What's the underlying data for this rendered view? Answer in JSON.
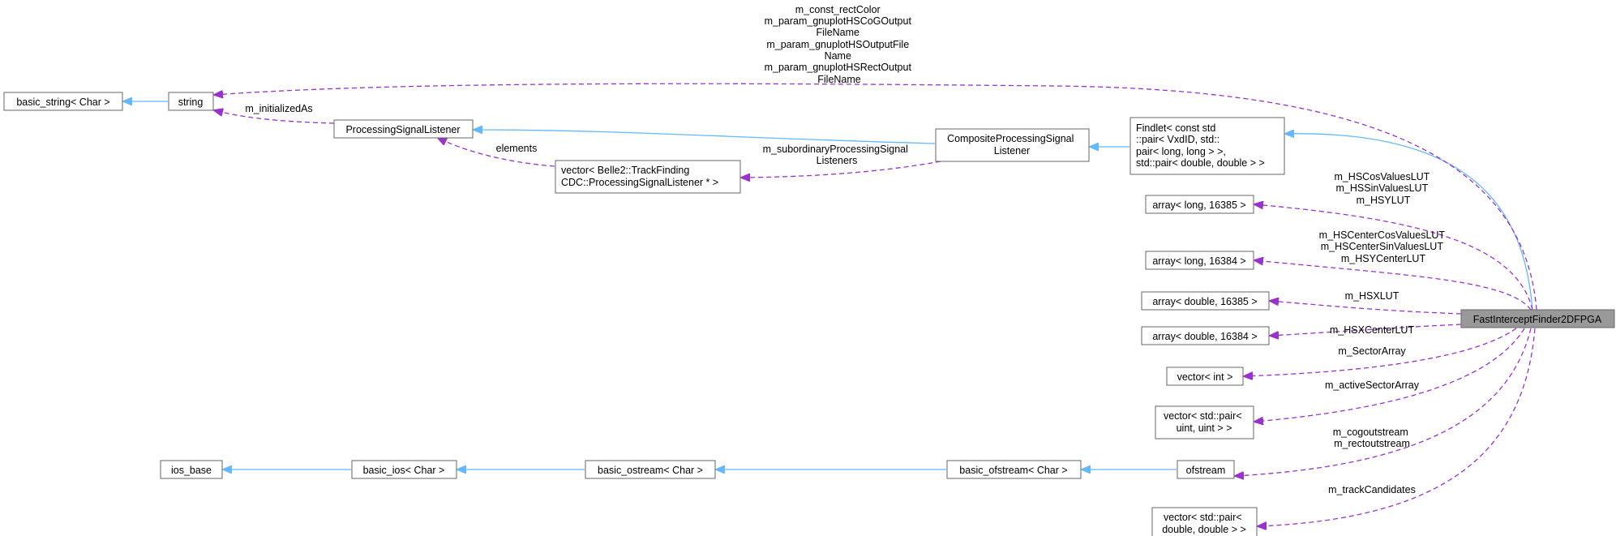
{
  "nodes": {
    "fast_intercept_finder": [
      "FastInterceptFinder2DFPGA"
    ],
    "basic_string": [
      "basic_string< Char >"
    ],
    "string": [
      "string"
    ],
    "processing_signal_listener": [
      "ProcessingSignalListener"
    ],
    "composite_processing_signal_listener": [
      "CompositeProcessingSignal",
      "Listener"
    ],
    "findlet": [
      "Findlet< const std",
      "::pair< VxdID, std::",
      "pair< long, long > >,",
      " std::pair< double, double > >"
    ],
    "vector_listener_ptr": [
      "vector< Belle2::TrackFinding",
      "CDC::ProcessingSignalListener * >"
    ],
    "array_long_16385": [
      "array< long, 16385 >"
    ],
    "array_long_16384": [
      "array< long, 16384 >"
    ],
    "array_double_16385": [
      "array< double, 16385 >"
    ],
    "array_double_16384": [
      "array< double, 16384 >"
    ],
    "vector_int": [
      "vector< int >"
    ],
    "vector_pair_uint": [
      "vector< std::pair<",
      "uint, uint > >"
    ],
    "ofstream": [
      "ofstream"
    ],
    "vector_pair_double": [
      "vector< std::pair<",
      "double, double > >"
    ],
    "ios_base": [
      "ios_base"
    ],
    "basic_ios": [
      "basic_ios< Char >"
    ],
    "basic_ostream": [
      "basic_ostream< Char >"
    ],
    "basic_ofstream": [
      "basic_ofstream< Char >"
    ]
  },
  "edge_labels": {
    "string_members": [
      "m_const_rectColor",
      "m_param_gnuplotHSCoGOutput",
      "FileName",
      "m_param_gnuplotHSOutputFile",
      "Name",
      "m_param_gnuplotHSRectOutput",
      "FileName"
    ],
    "initialized_as": [
      "m_initializedAs"
    ],
    "elements": [
      "elements"
    ],
    "subordinary_listeners": [
      "m_subordinaryProcessingSignal",
      "Listeners"
    ],
    "array_long_16385_members": [
      "m_HSCosValuesLUT",
      "m_HSSinValuesLUT",
      "m_HSYLUT"
    ],
    "array_long_16384_members": [
      "m_HSCenterCosValuesLUT",
      "m_HSCenterSinValuesLUT",
      "m_HSYCenterLUT"
    ],
    "array_double_16385_members": [
      "m_HSXLUT"
    ],
    "array_double_16384_members": [
      "m_HSXCenterLUT"
    ],
    "vector_int_members": [
      "m_SectorArray"
    ],
    "vector_pair_uint_members": [
      "m_activeSectorArray"
    ],
    "ofstream_members": [
      "m_cogoutstream",
      "m_rectoutstream"
    ],
    "vector_pair_double_members": [
      "m_trackCandidates"
    ]
  },
  "colors": {
    "inheritance_edge": "#63b8ff",
    "usage_edge": "#9a32cd",
    "main_node_fill": "#999999",
    "node_border": "#666666"
  }
}
